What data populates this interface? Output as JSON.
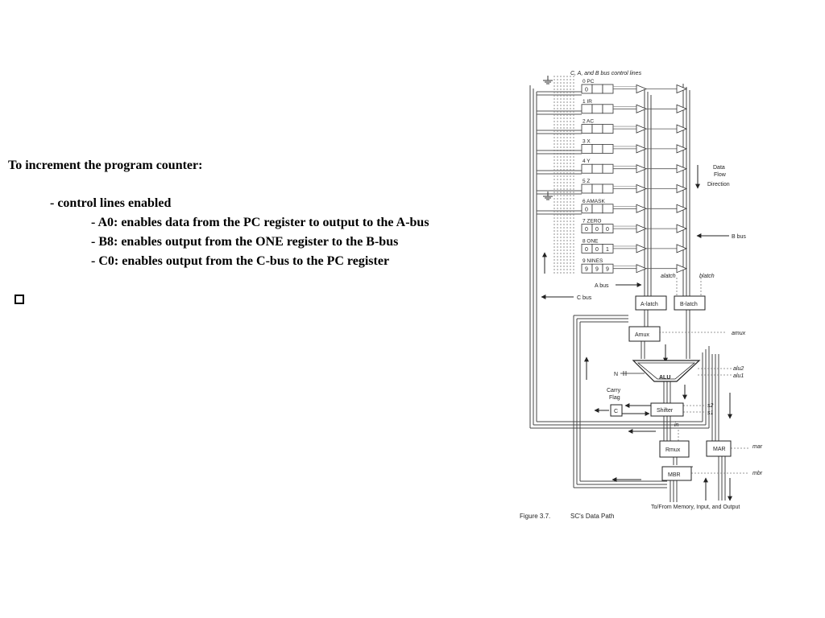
{
  "slide": {
    "heading": "To increment the program counter:",
    "sub_heading": "- control lines enabled",
    "items": [
      "- A0: enables data from the PC register to output to the A-bus",
      "- B8: enables output from the ONE register to the B-bus",
      "- C0: enables output from the C-bus to the PC register"
    ]
  },
  "diagram": {
    "top_label": "C, A, and B bus control lines",
    "registers": [
      {
        "label": "0 PC",
        "cells": [
          "0"
        ]
      },
      {
        "label": "1 IR",
        "cells": []
      },
      {
        "label": "2 AC",
        "cells": []
      },
      {
        "label": "3 X",
        "cells": []
      },
      {
        "label": "4 Y",
        "cells": []
      },
      {
        "label": "5 Z",
        "cells": []
      },
      {
        "label": "6 AMASK",
        "cells": [
          "0"
        ]
      },
      {
        "label": "7 ZERO",
        "cells": [
          "0",
          "0",
          "0"
        ]
      },
      {
        "label": "8 ONE",
        "cells": [
          "0",
          "0",
          "1"
        ]
      },
      {
        "label": "9 NINES",
        "cells": [
          "9",
          "9",
          "9"
        ]
      }
    ],
    "data_flow_lines": [
      "Data",
      "Flow",
      "Direction"
    ],
    "b_bus": "B bus",
    "a_bus": "A bus",
    "c_bus": "C bus",
    "alatch_line": "alatch",
    "blatch_line": "blatch",
    "a_latch": "A-latch",
    "b_latch": "B-latch",
    "amux": "Amux",
    "amux_line": "amux",
    "alu": "ALU",
    "alu2_line": "alu2",
    "alu1_line": "alu1",
    "n_label": "N",
    "carry_flag_lines": [
      "Carry",
      "Flag"
    ],
    "c_label": "C",
    "shifter": "Shifter",
    "s2_line": "s2",
    "s1_line": "s1",
    "in_line": "in",
    "rmux": "Rmux",
    "mar": "MAR",
    "mar_line": "mar",
    "mbr": "MBR",
    "mbr_line": "mbr",
    "memory_caption": "To/From Memory, Input, and Output",
    "figure_label": "Figure  3.7.",
    "figure_title": "SC's Data Path"
  }
}
